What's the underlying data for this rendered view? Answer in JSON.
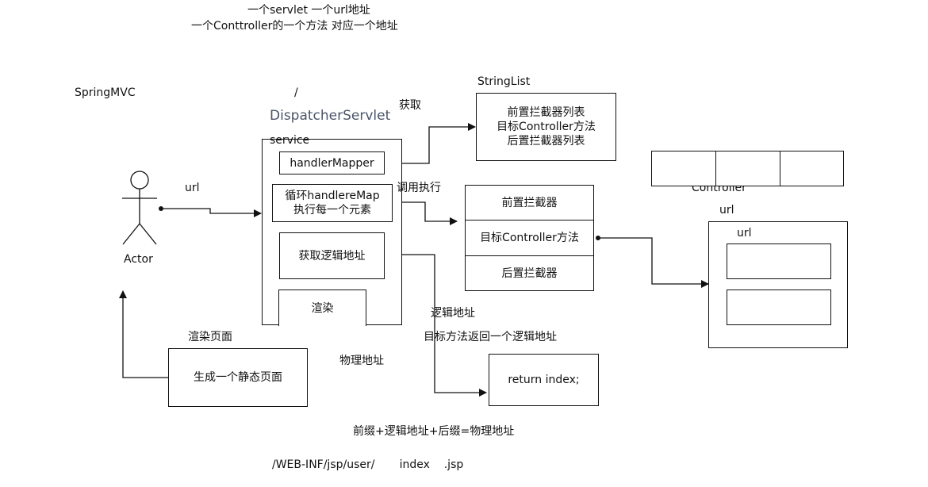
{
  "header": {
    "line1": "一个servlet 一个url地址",
    "line2": "一个Conttroller的一个方法 对应一个地址"
  },
  "framework_label": "SpringMVC",
  "dispatcher": {
    "slash": "/",
    "name": "DispatcherServlet",
    "service": "service"
  },
  "actor": {
    "label": "Actor",
    "url_label": "url"
  },
  "service_items": {
    "handler_mapper": "handlerMapper",
    "loop": "循环handlereMap\n执行每一个元素",
    "get_logical": "获取逻辑地址",
    "render": "渲染"
  },
  "string_list": {
    "title": "StringList",
    "fetch_label": "获取",
    "content": "前置拦截器列表\n目标Controller方法\n后置拦截器列表"
  },
  "invoke_label": "调用执行",
  "chain": {
    "pre": "前置拦截器",
    "target": "目标Controller方法",
    "post": "后置拦截器"
  },
  "controller": {
    "label": "Controller",
    "outer_url": "url",
    "inner_url": "url"
  },
  "logical": {
    "label": "逻辑地址",
    "desc": "目标方法返回一个逻辑地址"
  },
  "physical_label": "物理地址",
  "render_page": {
    "label": "渲染页面",
    "box": "生成一个静态页面"
  },
  "return_box": "return index;",
  "formula": "前缀+逻辑地址+后缀=物理地址",
  "path_line": "/WEB-INF/jsp/user/       index    .jsp",
  "colors": {
    "line": "#111111",
    "dispatcher_text": "#4a5568",
    "background": "#ffffff"
  }
}
